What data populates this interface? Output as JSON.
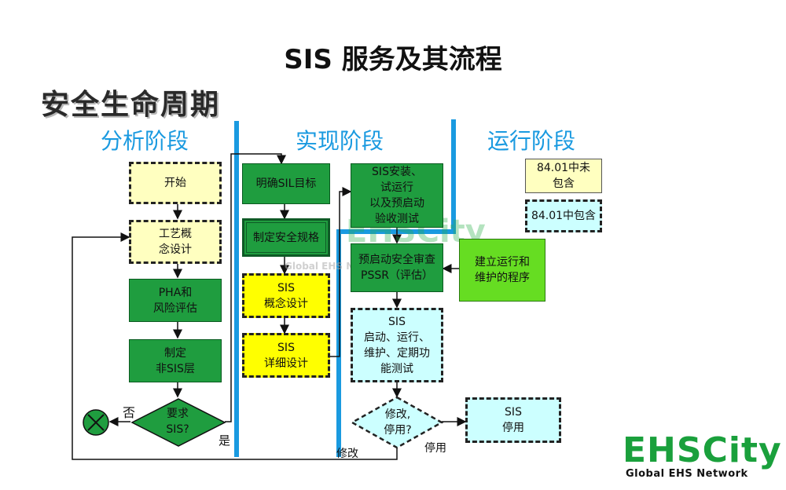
{
  "title": "SIS 服务及其流程",
  "subtitle": "安全生命周期",
  "phases": {
    "analysis": "分析阶段",
    "implementation": "实现阶段",
    "operation": "运行阶段"
  },
  "boxes": {
    "start": "开始",
    "process_design": "工艺概\n念设计",
    "pha": "PHA和\n风险评估",
    "non_sis": "制定\n非SIS层",
    "require_sis": "要求\nSIS?",
    "sil_target": "明确SIL目标",
    "safety_spec": "制定安全规格",
    "sis_concept": "SIS\n概念设计",
    "sis_detail": "SIS\n详细设计",
    "sis_install": "SIS安装、\n试运行\n以及预启动\n验收测试",
    "pssr": "预启动安全审查\nPSSR（评估）",
    "procedures": "建立运行和\n维护的程序",
    "sis_operation": "SIS\n启动、运行、\n维护、定期功\n能测试",
    "modify_decision": "修改,\n停用?",
    "sis_decommission": "SIS\n停用"
  },
  "edge_labels": {
    "no": "否",
    "yes": "是",
    "modify": "修改",
    "decommission": "停用"
  },
  "legend": {
    "not_included": "84.01中未\n包含",
    "included": "84.01中包含"
  },
  "logo": {
    "main": "EHSCity",
    "sub": "Global EHS Network"
  },
  "watermark": {
    "big": "EHSCity",
    "small": "Global EHS Network"
  }
}
